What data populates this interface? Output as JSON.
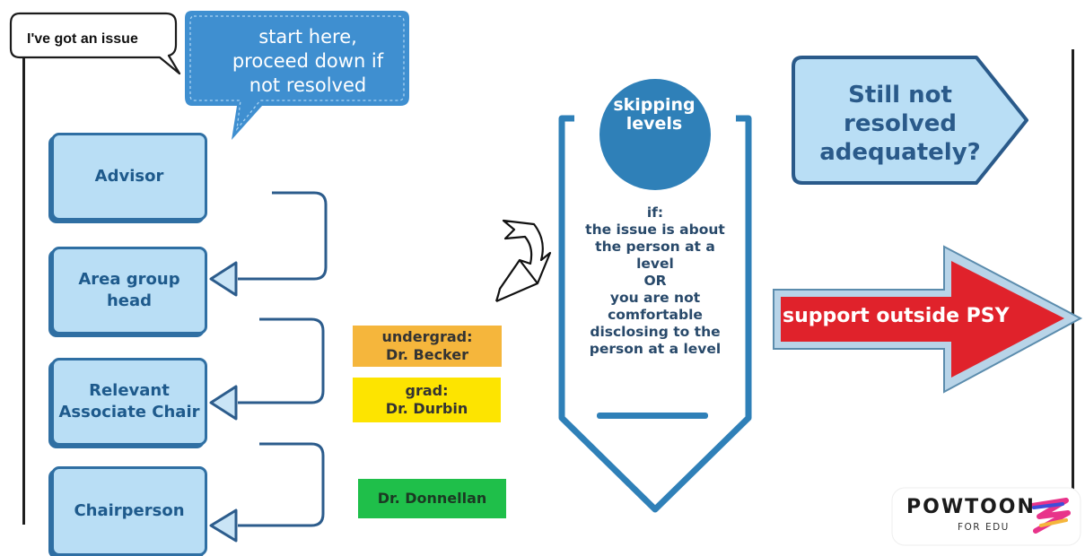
{
  "speech_bubble": {
    "text": "I've got an issue"
  },
  "instruction_note": {
    "lines": [
      "start here,",
      "proceed down if",
      "not resolved"
    ]
  },
  "hierarchy": [
    {
      "label_lines": [
        "Advisor"
      ]
    },
    {
      "label_lines": [
        "Area group",
        "head"
      ]
    },
    {
      "label_lines": [
        "Relevant",
        "Associate Chair"
      ]
    },
    {
      "label_lines": [
        "Chairperson"
      ]
    }
  ],
  "associate_chairs": {
    "undergrad": {
      "lines": [
        "undergrad:",
        "Dr. Becker"
      ],
      "color": "#f5b63c"
    },
    "grad": {
      "lines": [
        "grad:",
        "Dr. Durbin"
      ],
      "color": "#fde400"
    }
  },
  "chairperson_name": {
    "text": "Dr. Donnellan",
    "color": "#1fbf4a"
  },
  "skipping_levels": {
    "title_lines": [
      "skipping",
      "levels"
    ],
    "body_lines": [
      "if:",
      "the issue is about",
      "the person at a",
      "level",
      "OR",
      "you are not",
      "comfortable",
      "disclosing to the",
      "person at a level"
    ],
    "accent": "#2f80b8"
  },
  "still_not_resolved": {
    "lines": [
      "Still not",
      "resolved",
      "adequately?"
    ]
  },
  "support_arrow": {
    "text": "support outside PSY",
    "color": "#e0222b"
  },
  "branding": {
    "name": "POWTOON",
    "sub": "FOR EDU"
  },
  "icons": [
    "speech-bubble",
    "chat-bubble",
    "curved-arrow-down",
    "bracket-arrow-left",
    "chevron-ribbon",
    "red-arrow-right",
    "powtoon-logo"
  ]
}
